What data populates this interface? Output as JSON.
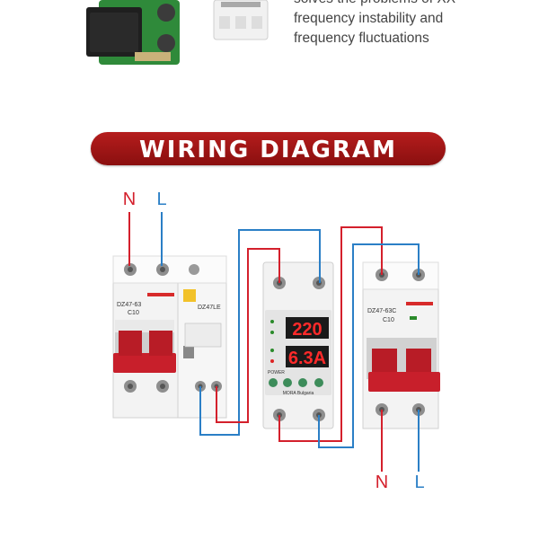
{
  "top_text": {
    "line1": "solves the problems of XX",
    "line2": "frequency instability and",
    "line3": "frequency fluctuations"
  },
  "banner": {
    "title": "WIRING DIAGRAM"
  },
  "labels": {
    "input_neutral": "N",
    "input_live": "L",
    "output_neutral": "N",
    "output_live": "L"
  },
  "breaker_left": {
    "model": "DZ47-63",
    "rating": "C10",
    "rcd_model": "DZ47LE"
  },
  "protector": {
    "voltage": "220",
    "current": "6.3A",
    "brand": "MORA Bulgaria",
    "power_label": "POWER"
  },
  "breaker_right": {
    "model": "DZ47-63C",
    "rating": "C10"
  },
  "colors": {
    "neutral_wire": "#d4202c",
    "live_wire": "#2b7fc6",
    "banner": "#a01717",
    "display": "#ff2a2a"
  }
}
